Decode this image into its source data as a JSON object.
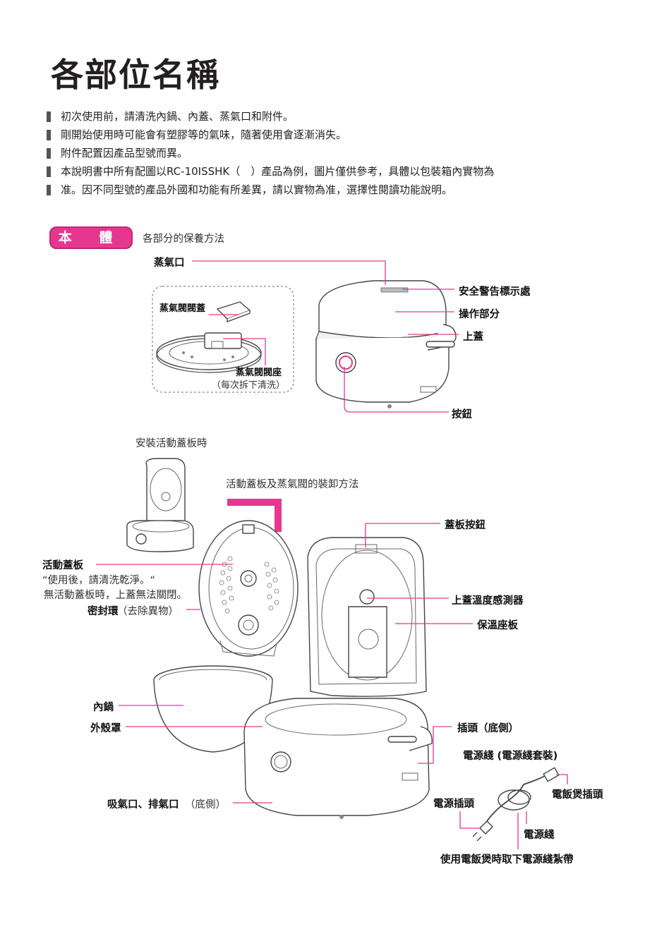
{
  "page": {
    "title": "各部位名稱",
    "notes": [
      "初次使用前，請清洗內鍋、內蓋、蒸氣口和附件。",
      "剛開始使用時可能會有塑膠等的氣味，隨著使用會逐漸消失。",
      "附件配置因產品型號而異。",
      "本說明書中所有配圖以RC-10ISSHK（　）產品為例，圖片僅供參考，具體以包裝箱內實物為",
      "准。因不同型號的產品外國和功能有所差異，請以實物為准，選擇性閱讀功能說明。"
    ]
  },
  "section": {
    "badge": "本 體",
    "subtitle": "各部分的保養方法"
  },
  "top_figure": {
    "steam_vent": "蒸氣口",
    "valve_cover": "蒸氣閥閥蓋",
    "valve_seat": "蒸氣閥閥座",
    "valve_seat_note": "（每次拆下清洗）",
    "safety_label": "安全警告標示處",
    "control_panel": "操作部分",
    "top_lid": "上蓋",
    "button": "按鈕"
  },
  "middle": {
    "install_caption": "安裝活動蓋板時",
    "detach_caption": "活動蓋板及蒸氣閥的裝卸方法"
  },
  "bottom_figure": {
    "lid_button": "蓋板按鈕",
    "inner_lid": "活動蓋板",
    "inner_lid_note1": "“使用後，請清洗乾淨。“",
    "inner_lid_note2": "無活動蓋板時，上蓋無法關閉。",
    "seal_ring": "密封環",
    "seal_ring_note": "（去除異物）",
    "temp_sensor": "上蓋溫度感測器",
    "heat_plate": "保溫座板",
    "inner_pot": "內鍋",
    "outer_shell": "外殼罩",
    "plug": "插頭（底側）",
    "power_cord_set": "電源綫 (電源綫套裝)",
    "appliance_plug": "電飯煲插頭",
    "power_plug": "電源插頭",
    "intake_exhaust": "吸氣口、排氣口",
    "intake_exhaust_note": "（底側）",
    "power_cord": "電源綫",
    "cord_tie": "使用電飯煲時取下電源綫紮帶"
  }
}
